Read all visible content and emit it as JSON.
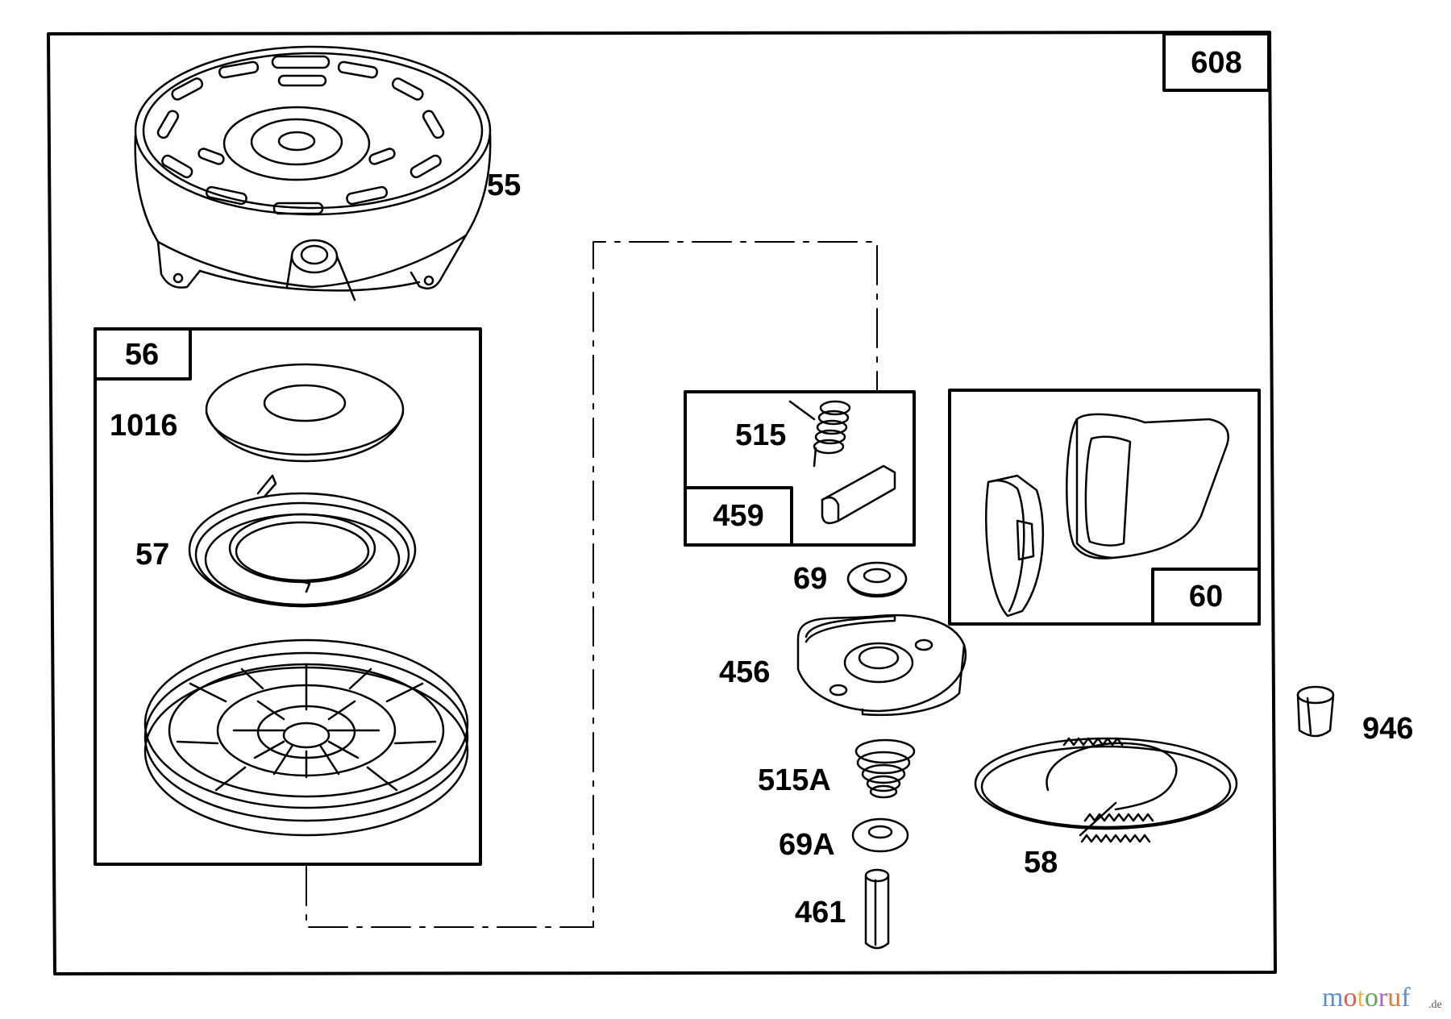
{
  "parts": {
    "p608": "608",
    "p55": "55",
    "p56": "56",
    "p1016": "1016",
    "p57": "57",
    "p515": "515",
    "p459": "459",
    "p69": "69",
    "p456": "456",
    "p515A": "515A",
    "p69A": "69A",
    "p461": "461",
    "p60": "60",
    "p58": "58",
    "p946": "946"
  },
  "watermark": {
    "text": "motoruf",
    "suffix": ".de",
    "colors": [
      "#5b8fd0",
      "#e45a4e",
      "#f0b73a",
      "#5aa95a",
      "#b25fc4",
      "#e07a3a",
      "#5b8fd0"
    ]
  },
  "colors": {
    "line": "#000000",
    "background": "#ffffff"
  }
}
